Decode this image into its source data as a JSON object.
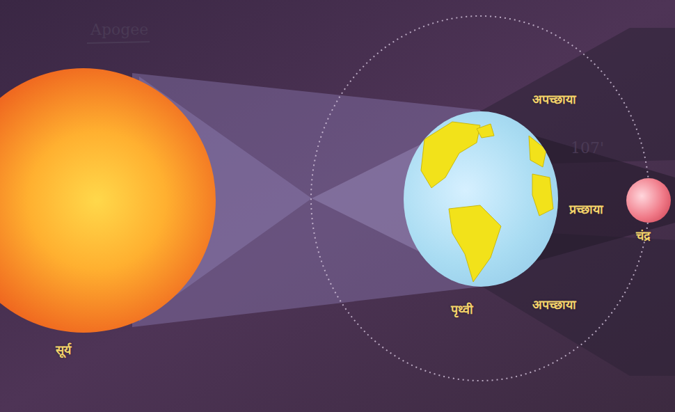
{
  "diagram": {
    "nodes": [
      {
        "text": [
          "सूर्य"
        ]
      },
      {
        "text": [
          "पृथ्वी"
        ]
      },
      {
        "text": [
          "चंद्र"
        ]
      }
    ],
    "labels": [
      "अपच्छाया",
      "प्रच्छाया",
      "अपच्छाया",
      "Apogee",
      "107'"
    ]
  }
}
